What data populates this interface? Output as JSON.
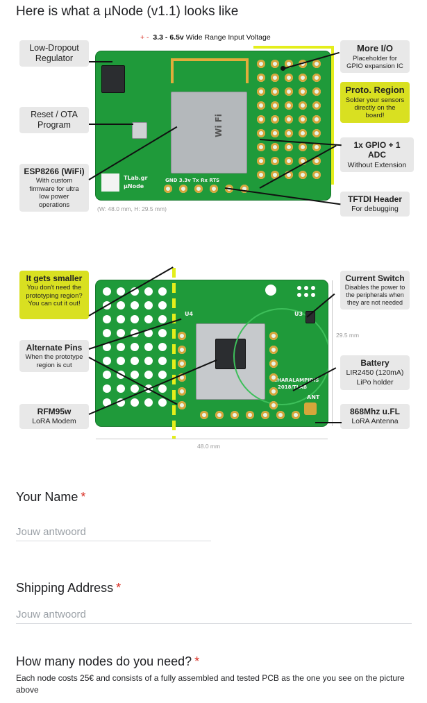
{
  "image": {
    "title": "Here is what a µNode (v1.1) looks like",
    "top": {
      "voltage_value": "3.3 - 6.5v",
      "voltage_label": "Wide Range Input Voltage",
      "polarity": "+  -",
      "dims": "(W: 48.0 mm, H: 29.5 mm)",
      "silk_vendor": "TLab.gr",
      "silk_name": "µNode",
      "silk_pins": "GND  3.3v  Tx  Rx  RTS",
      "silk_module": "Wi Fi",
      "callouts": {
        "ldo": {
          "title": "Low-Dropout Regulator"
        },
        "reset": {
          "title": "Reset / OTA Program"
        },
        "esp": {
          "title": "ESP8266 (WiFi)",
          "sub": "With custom firmware for ultra low power operations"
        },
        "moreio": {
          "title": "More I/O",
          "sub": "Placeholder for GPIO expansion IC"
        },
        "proto": {
          "title": "Proto. Region",
          "sub": "Solder your sensors directly on the board!"
        },
        "gpio": {
          "title": "1x GPIO + 1 ADC",
          "sub": "Without Extension"
        },
        "ftdi": {
          "title": "TFTDI Header",
          "sub": "For debugging"
        }
      }
    },
    "bottom": {
      "width_dim": "48.0 mm",
      "height_dim": "29.5 mm",
      "silk_brand": "CHARALAMPIDIS",
      "silk_year": "2018/TLAB",
      "silk_ant": "ANT",
      "silk_u4": "U4",
      "silk_u3": "U3",
      "callouts": {
        "smaller": {
          "title": "It gets smaller",
          "sub": "You don't need the prototyping region? You can cut it out!"
        },
        "altpins": {
          "title": "Alternate Pins",
          "sub": "When the prototype region is cut"
        },
        "rfm": {
          "title": "RFM95w",
          "sub": "LoRA Modem"
        },
        "switch": {
          "title": "Current Switch",
          "sub": "Disables the power to the peripherals when they are not needed"
        },
        "battery": {
          "title": "Battery",
          "sub1": "LIR2450 (120mA)",
          "sub2": "LiPo holder"
        },
        "ufl": {
          "title": "868Mhz u.FL",
          "sub": "LoRA Antenna"
        }
      }
    }
  },
  "form": {
    "name": {
      "title": "Your Name",
      "required": "*",
      "placeholder": "Jouw antwoord"
    },
    "address": {
      "title": "Shipping Address",
      "required": "*",
      "placeholder": "Jouw antwoord"
    },
    "nodes": {
      "title": "How many nodes do you need?",
      "required": "*",
      "help": "Each node costs 25€ and consists of a fully assembled and tested PCB as the one you see on the picture above"
    }
  },
  "colors": {
    "accent_yellow": "#d9e021",
    "required": "#d93025",
    "pcb_green": "#1f9a3a"
  }
}
